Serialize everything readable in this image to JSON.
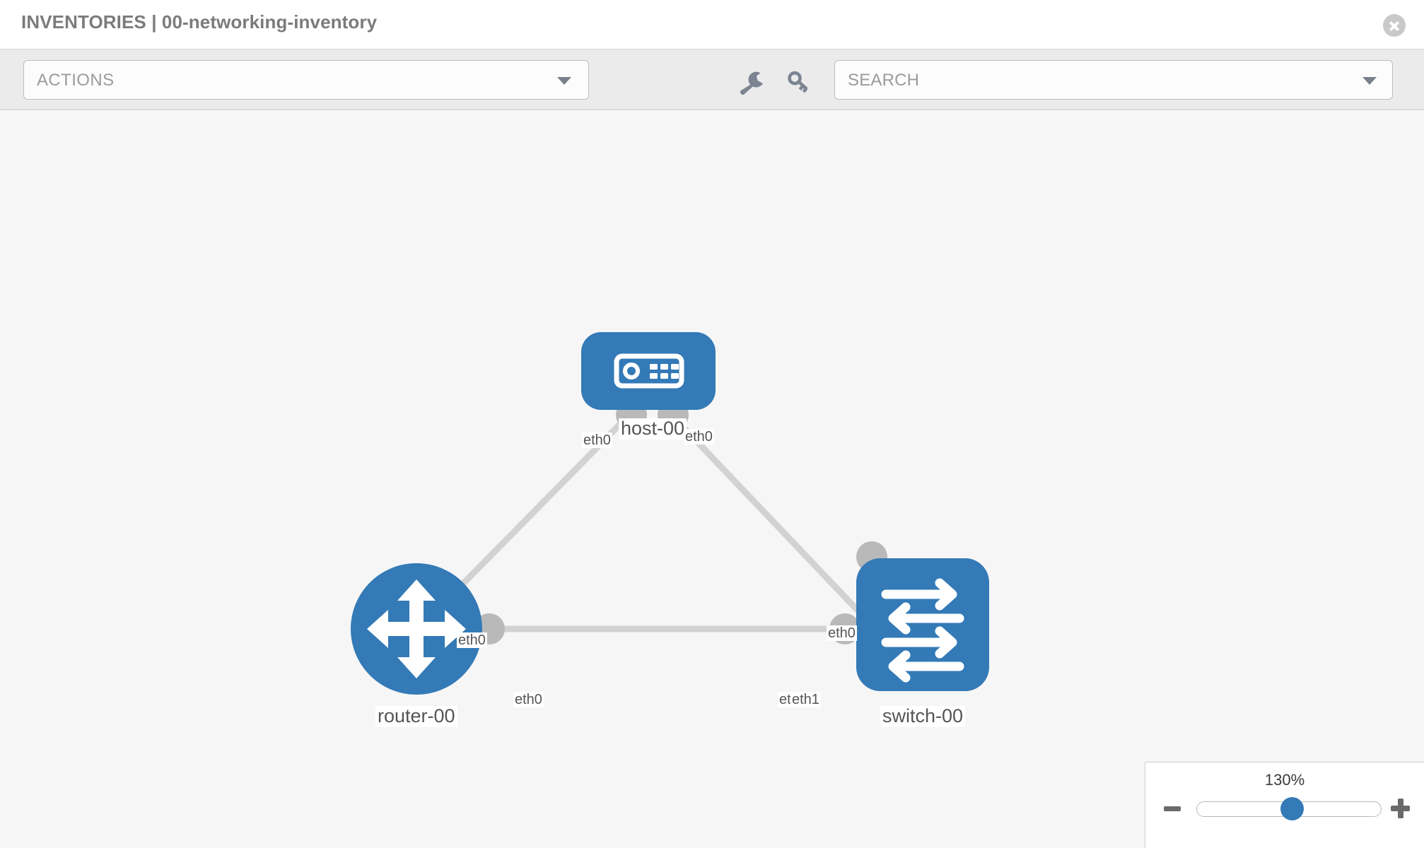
{
  "header": {
    "title": "INVENTORIES | 00-networking-inventory",
    "close_icon": "close-circle-icon"
  },
  "toolbar": {
    "actions_label": "ACTIONS",
    "actions_caret_icon": "chevron-down-icon",
    "wrench_icon": "wrench-icon",
    "key_icon": "key-icon",
    "search_placeholder": "SEARCH",
    "search_value": "",
    "search_caret_icon": "chevron-down-icon"
  },
  "topology": {
    "accent_color": "#337ab7",
    "edge_color": "#d2d2d2",
    "nub_color": "#b9b9b9",
    "nodes": [
      {
        "id": "host-00",
        "label": "host-00",
        "type": "host",
        "icon": "server-icon"
      },
      {
        "id": "router-00",
        "label": "router-00",
        "type": "router",
        "icon": "router-arrows-icon"
      },
      {
        "id": "switch-00",
        "label": "switch-00",
        "type": "switch",
        "icon": "switch-arrows-icon"
      }
    ],
    "links": [
      {
        "from": "router-00",
        "to": "host-00",
        "from_iface": "eth0",
        "to_iface": "eth0"
      },
      {
        "from": "host-00",
        "to": "switch-00",
        "from_iface": "eth0",
        "to_iface": "eth0"
      },
      {
        "from": "router-00",
        "to": "switch-00",
        "from_iface": "eth0",
        "to_iface": "eth1"
      }
    ],
    "iface_labels": {
      "host_left": "eth0",
      "host_right": "eth0",
      "router_up": "eth0",
      "switch_up": "eth0",
      "router_right": "eth0",
      "switch_left_occluded": "eth0",
      "switch_left": "eth1"
    }
  },
  "zoom_panel": {
    "value_label": "130%",
    "minus_icon": "minus-icon",
    "plus_icon": "plus-icon",
    "slider_percent": 52
  }
}
